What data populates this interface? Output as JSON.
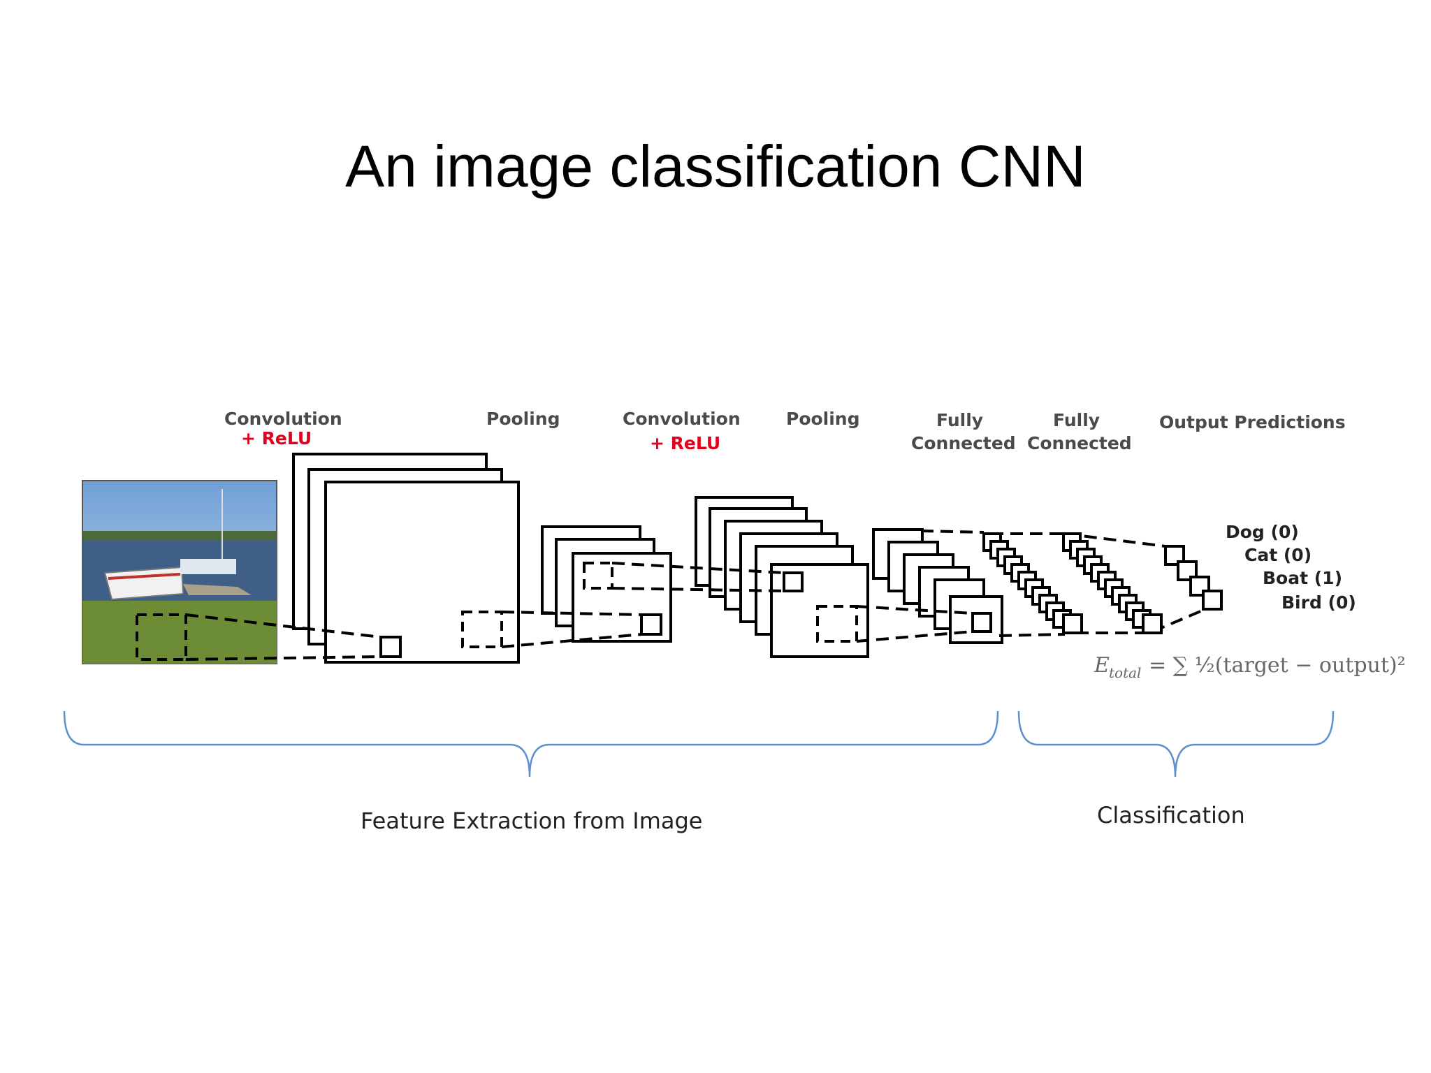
{
  "title": "An image classification CNN",
  "layers": [
    {
      "label_line1": "Convolution",
      "label_line2": "+ ReLU"
    },
    {
      "label_line1": "Pooling"
    },
    {
      "label_line1": "Convolution",
      "label_line2": "+ ReLU"
    },
    {
      "label_line1": "Pooling"
    },
    {
      "label_line1": "Fully",
      "label_line2": "Connected"
    },
    {
      "label_line1": "Fully",
      "label_line2": "Connected"
    },
    {
      "label_line1": "Output Predictions"
    }
  ],
  "predictions": [
    "Dog (0)",
    "Cat (0)",
    "Boat (1)",
    "Bird (0)"
  ],
  "formula": {
    "lhs": "E",
    "sub": "total",
    "rhs": "= ∑ ½(target − output)²"
  },
  "sections": {
    "feature_extraction": "Feature Extraction from Image",
    "classification": "Classification"
  },
  "colors": {
    "relu": "#e3001b",
    "brace": "#5b8fd0"
  }
}
